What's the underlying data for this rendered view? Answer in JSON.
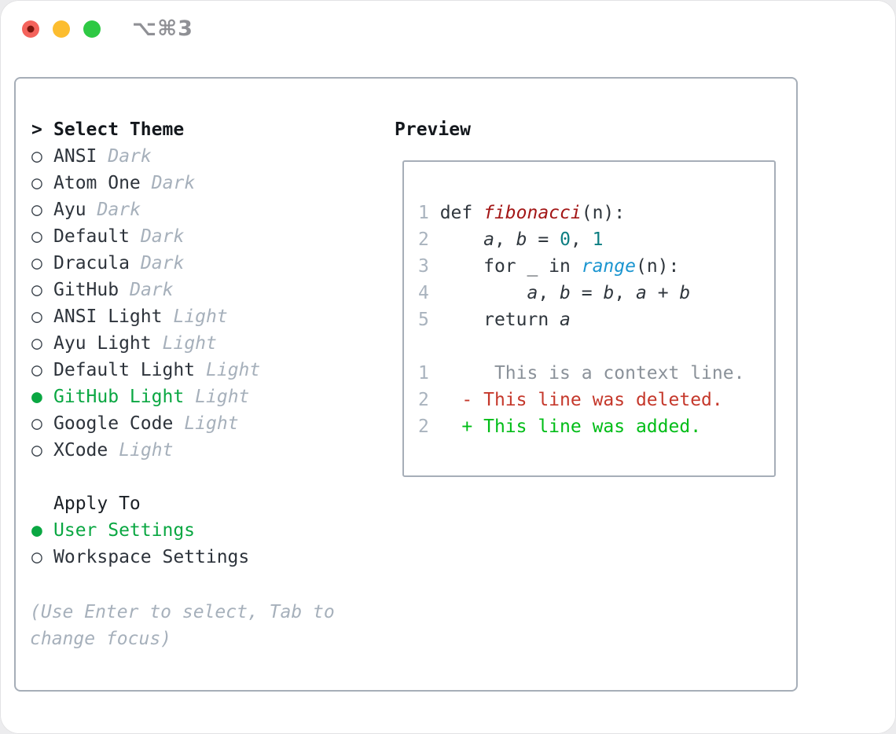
{
  "titlebar": {
    "shortcut": "⌥⌘3",
    "traffic_lights": [
      {
        "name": "close",
        "color": "#f4635c",
        "inner_dot": "#7a150d"
      },
      {
        "name": "minimize",
        "color": "#fcbd2f"
      },
      {
        "name": "zoom",
        "color": "#2ec944"
      }
    ]
  },
  "icons": {
    "selector": ">",
    "radio_on": "●",
    "radio_off": "○"
  },
  "theme_list": {
    "header": {
      "prefix": ">",
      "label": "Select Theme"
    },
    "items": [
      {
        "name": "ANSI",
        "variant": "Dark",
        "selected": false
      },
      {
        "name": "Atom One",
        "variant": "Dark",
        "selected": false
      },
      {
        "name": "Ayu",
        "variant": "Dark",
        "selected": false
      },
      {
        "name": "Default",
        "variant": "Dark",
        "selected": false
      },
      {
        "name": "Dracula",
        "variant": "Dark",
        "selected": false
      },
      {
        "name": "GitHub",
        "variant": "Dark",
        "selected": false
      },
      {
        "name": "ANSI Light",
        "variant": "Light",
        "selected": false
      },
      {
        "name": "Ayu Light",
        "variant": "Light",
        "selected": false
      },
      {
        "name": "Default Light",
        "variant": "Light",
        "selected": false
      },
      {
        "name": "GitHub Light",
        "variant": "Light",
        "selected": true
      },
      {
        "name": "Google Code",
        "variant": "Light",
        "selected": false
      },
      {
        "name": "XCode",
        "variant": "Light",
        "selected": false
      }
    ]
  },
  "apply_to": {
    "header": "Apply To",
    "options": [
      {
        "label": "User Settings",
        "selected": true
      },
      {
        "label": "Workspace Settings",
        "selected": false
      }
    ]
  },
  "help": {
    "line1": "(Use Enter to select, Tab to",
    "line2": "change focus)"
  },
  "preview": {
    "title": "Preview",
    "lines": [
      {
        "name": "code-line-1",
        "segments": [
          [
            "ln",
            "1 "
          ],
          [
            "k",
            "def "
          ],
          [
            "fn",
            "fibonacci"
          ],
          [
            "k",
            "(n):"
          ]
        ]
      },
      {
        "name": "code-line-2",
        "segments": [
          [
            "ln",
            "2 "
          ],
          [
            "k",
            "    "
          ],
          [
            "var",
            "a"
          ],
          [
            "k",
            ", "
          ],
          [
            "var",
            "b"
          ],
          [
            "k",
            " = "
          ],
          [
            "num",
            "0"
          ],
          [
            "k",
            ", "
          ],
          [
            "num",
            "1"
          ]
        ]
      },
      {
        "name": "code-line-3",
        "segments": [
          [
            "ln",
            "3 "
          ],
          [
            "k",
            "    for _ in "
          ],
          [
            "bi",
            "range"
          ],
          [
            "k",
            "(n):"
          ]
        ]
      },
      {
        "name": "code-line-4",
        "segments": [
          [
            "ln",
            "4 "
          ],
          [
            "k",
            "        "
          ],
          [
            "var",
            "a"
          ],
          [
            "k",
            ", "
          ],
          [
            "var",
            "b"
          ],
          [
            "k",
            " = "
          ],
          [
            "var",
            "b"
          ],
          [
            "k",
            ", "
          ],
          [
            "var",
            "a"
          ],
          [
            "k",
            " + "
          ],
          [
            "var",
            "b"
          ]
        ]
      },
      {
        "name": "code-line-5",
        "segments": [
          [
            "ln",
            "5 "
          ],
          [
            "k",
            "    return "
          ],
          [
            "var",
            "a"
          ]
        ]
      },
      {
        "name": "blank-line",
        "segments": []
      },
      {
        "name": "diff-context-line",
        "segments": [
          [
            "ln",
            "1 "
          ],
          [
            "ctx",
            "     This is a context line."
          ]
        ]
      },
      {
        "name": "diff-deleted-line",
        "segments": [
          [
            "ln",
            "2 "
          ],
          [
            "del",
            "  - This line was deleted."
          ]
        ]
      },
      {
        "name": "diff-added-line",
        "segments": [
          [
            "ln",
            "2 "
          ],
          [
            "add",
            "  + This line was added."
          ]
        ]
      }
    ]
  },
  "colors": {
    "selected_green": "#0aa742",
    "diff_added_green": "#00bd17",
    "diff_deleted_red": "#c5382b",
    "function_red": "#a31717",
    "number_teal": "#0d7e82",
    "builtin_blue": "#1b95d0",
    "muted_gray": "#a6b0bb",
    "border_gray": "#a6aeb8",
    "text_dark": "#2d333b"
  }
}
